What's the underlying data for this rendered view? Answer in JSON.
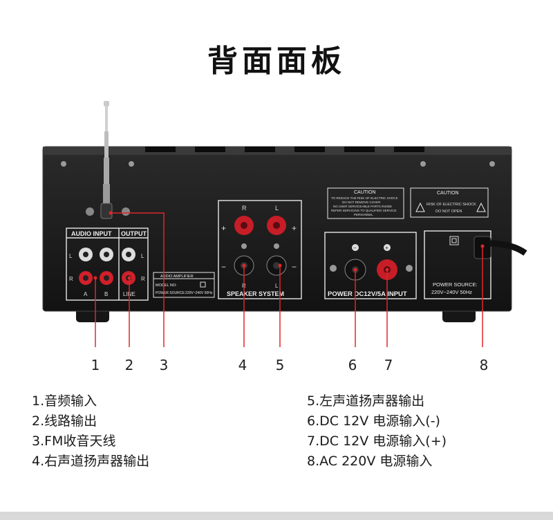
{
  "page_title": "背面面板",
  "panel": {
    "audio_input": "AUDIO INPUT",
    "output": "OUTPUT",
    "jack_l": "L",
    "jack_r": "R",
    "channel_a": "A",
    "channel_b": "B",
    "line": "LINE",
    "plate_title": "AUDIO AMPLIFIER",
    "plate_model": "MODEL NO:",
    "plate_power": "POWER SOURCE:220V~240V 50Hz",
    "speaker_system": "SPEAKER SYSTEM",
    "caution_title": "CAUTION",
    "caution_lines": [
      "TO REDUCE THE RISK OF ELECTRIC SHOCK",
      "DO NOT REMOVE COVER",
      "NO USER SERVICEABLE PARTS INSIDE",
      "REFER SERVICING TO QUALIFIED SERVICE",
      "PERSONNEL"
    ],
    "caution2_title": "CAUTION",
    "caution2_lines": [
      "RISK OF ELECTRIC SHOCK",
      "DO NOT OPEN"
    ],
    "dc_input": "POWER DC12V/5A INPUT",
    "ac_power_1": "POWER SOURCE:",
    "ac_power_2": "220V~240V 50Hz"
  },
  "callout_numbers": [
    "1",
    "2",
    "3",
    "4",
    "5",
    "6",
    "7",
    "8"
  ],
  "legend_left": [
    "1.音频输入",
    "2.线路输出",
    "3.FM收音天线",
    "4.右声道扬声器输出"
  ],
  "legend_right": [
    "5.左声道扬声器输出",
    "6.DC 12V 电源输入(-)",
    "7.DC 12V 电源输入(+)",
    "8.AC 220V 电源输入"
  ],
  "colors": {
    "callout_line": "#e0262b",
    "chassis": "#1b1b1b",
    "panel_line": "#e8e8e8"
  }
}
